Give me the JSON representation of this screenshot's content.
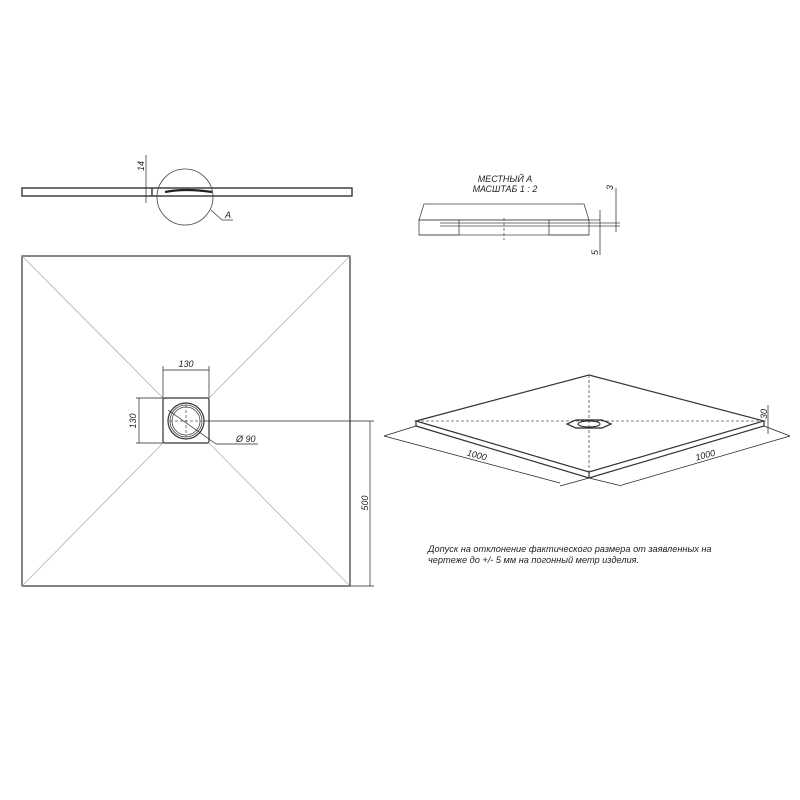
{
  "section_view": {
    "thickness_dim": "14",
    "detail_callout": "A"
  },
  "detail_view": {
    "title_line1": "МЕСТНЫЙ А",
    "title_line2": "МАСШТАБ 1 : 2",
    "dim_top": "3",
    "dim_bottom": "5"
  },
  "plan_view": {
    "drain_width": "130",
    "drain_height": "130",
    "drain_diameter": "Ø 90",
    "center_offset": "500"
  },
  "iso_view": {
    "length_left": "1000",
    "length_right": "1000",
    "height": "30"
  },
  "note": {
    "text": "Допуск на отклонение фактического размера от заявленных на чертеже до +/- 5 мм на погонный метр изделия."
  },
  "colors": {
    "line": "#333333",
    "diagonal": "#b0b0b0",
    "background": "#ffffff"
  }
}
